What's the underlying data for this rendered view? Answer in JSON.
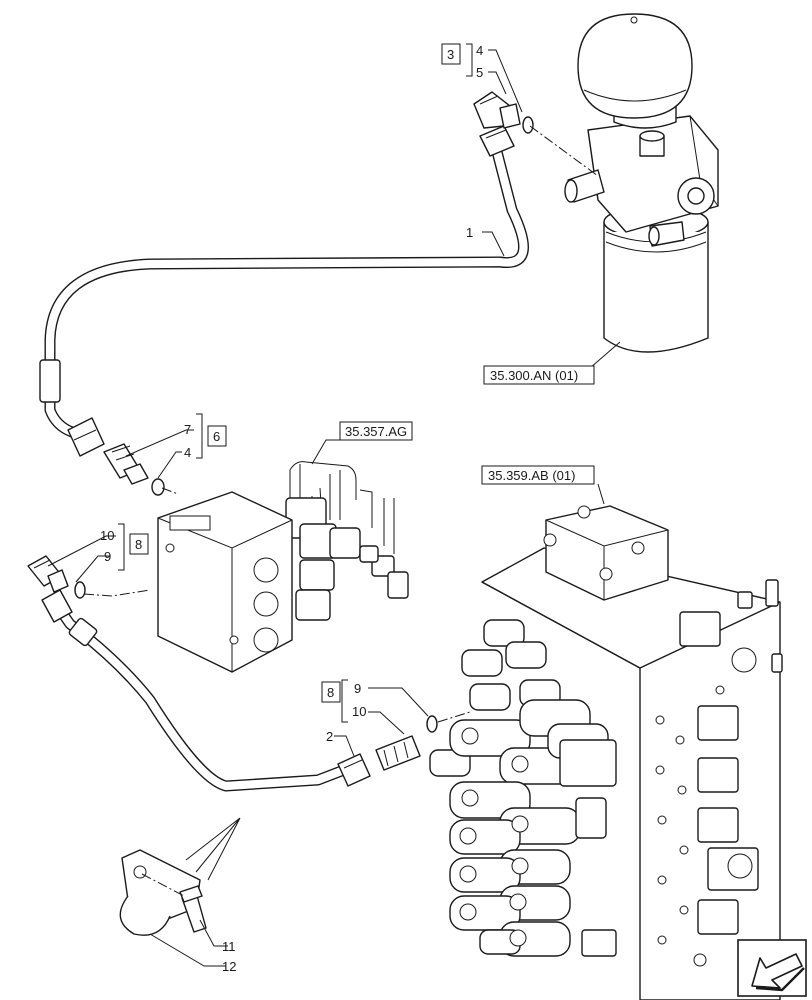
{
  "callouts": {
    "c1": "1",
    "c2": "2",
    "c3": "3",
    "c4a": "4",
    "c5": "5",
    "c6": "6",
    "c7": "7",
    "c4b": "4",
    "c8a": "8",
    "c10a": "10",
    "c9a": "9",
    "c8b": "8",
    "c9b": "9",
    "c10b": "10",
    "c11": "11",
    "c12": "12"
  },
  "references": {
    "accumulator": "35.300.AN (01)",
    "pilot_block": "35.357.AG",
    "control_valve": "35.359.AB (01)"
  },
  "navigation": {
    "icon": "arrow-back-icon"
  }
}
